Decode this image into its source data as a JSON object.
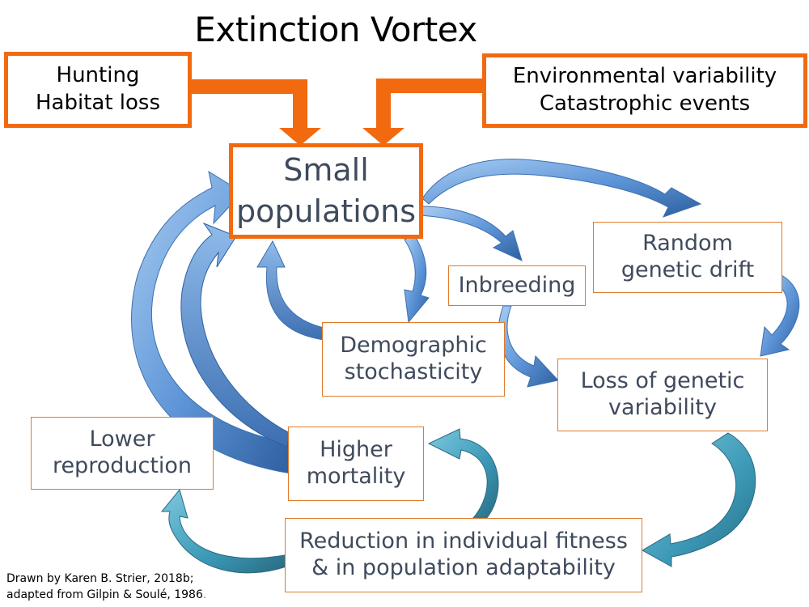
{
  "title": "Extinction Vortex",
  "drivers_left": [
    "Hunting",
    "Habitat loss"
  ],
  "drivers_right": [
    "Environmental variability",
    "Catastrophic events"
  ],
  "center": [
    "Small",
    "populations"
  ],
  "nodes": {
    "inbreeding": [
      "Inbreeding"
    ],
    "drift": [
      "Random",
      "genetic drift"
    ],
    "demographic": [
      "Demographic",
      "stochasticity"
    ],
    "genetic_loss": [
      "Loss of genetic",
      "variability"
    ],
    "mortality": [
      "Higher",
      "mortality"
    ],
    "reproduction": [
      "Lower",
      "reproduction"
    ],
    "fitness": [
      "Reduction in individual fitness",
      "& in population adaptability"
    ]
  },
  "credit": [
    "Drawn by Karen B. Strier, 2018b;",
    "adapted from Gilpin & Soulé, 1986",
    "."
  ],
  "colors": {
    "accent": "#f26a10",
    "box_border": "#e07a2b",
    "arrow_blue_light": "#a9cdf2",
    "arrow_blue": "#5b93d6",
    "arrow_blue_dark": "#2e5f9e",
    "arrow_teal": "#4aa8c4",
    "arrow_teal_dark": "#2c7287",
    "text": "#3f4a5c"
  }
}
